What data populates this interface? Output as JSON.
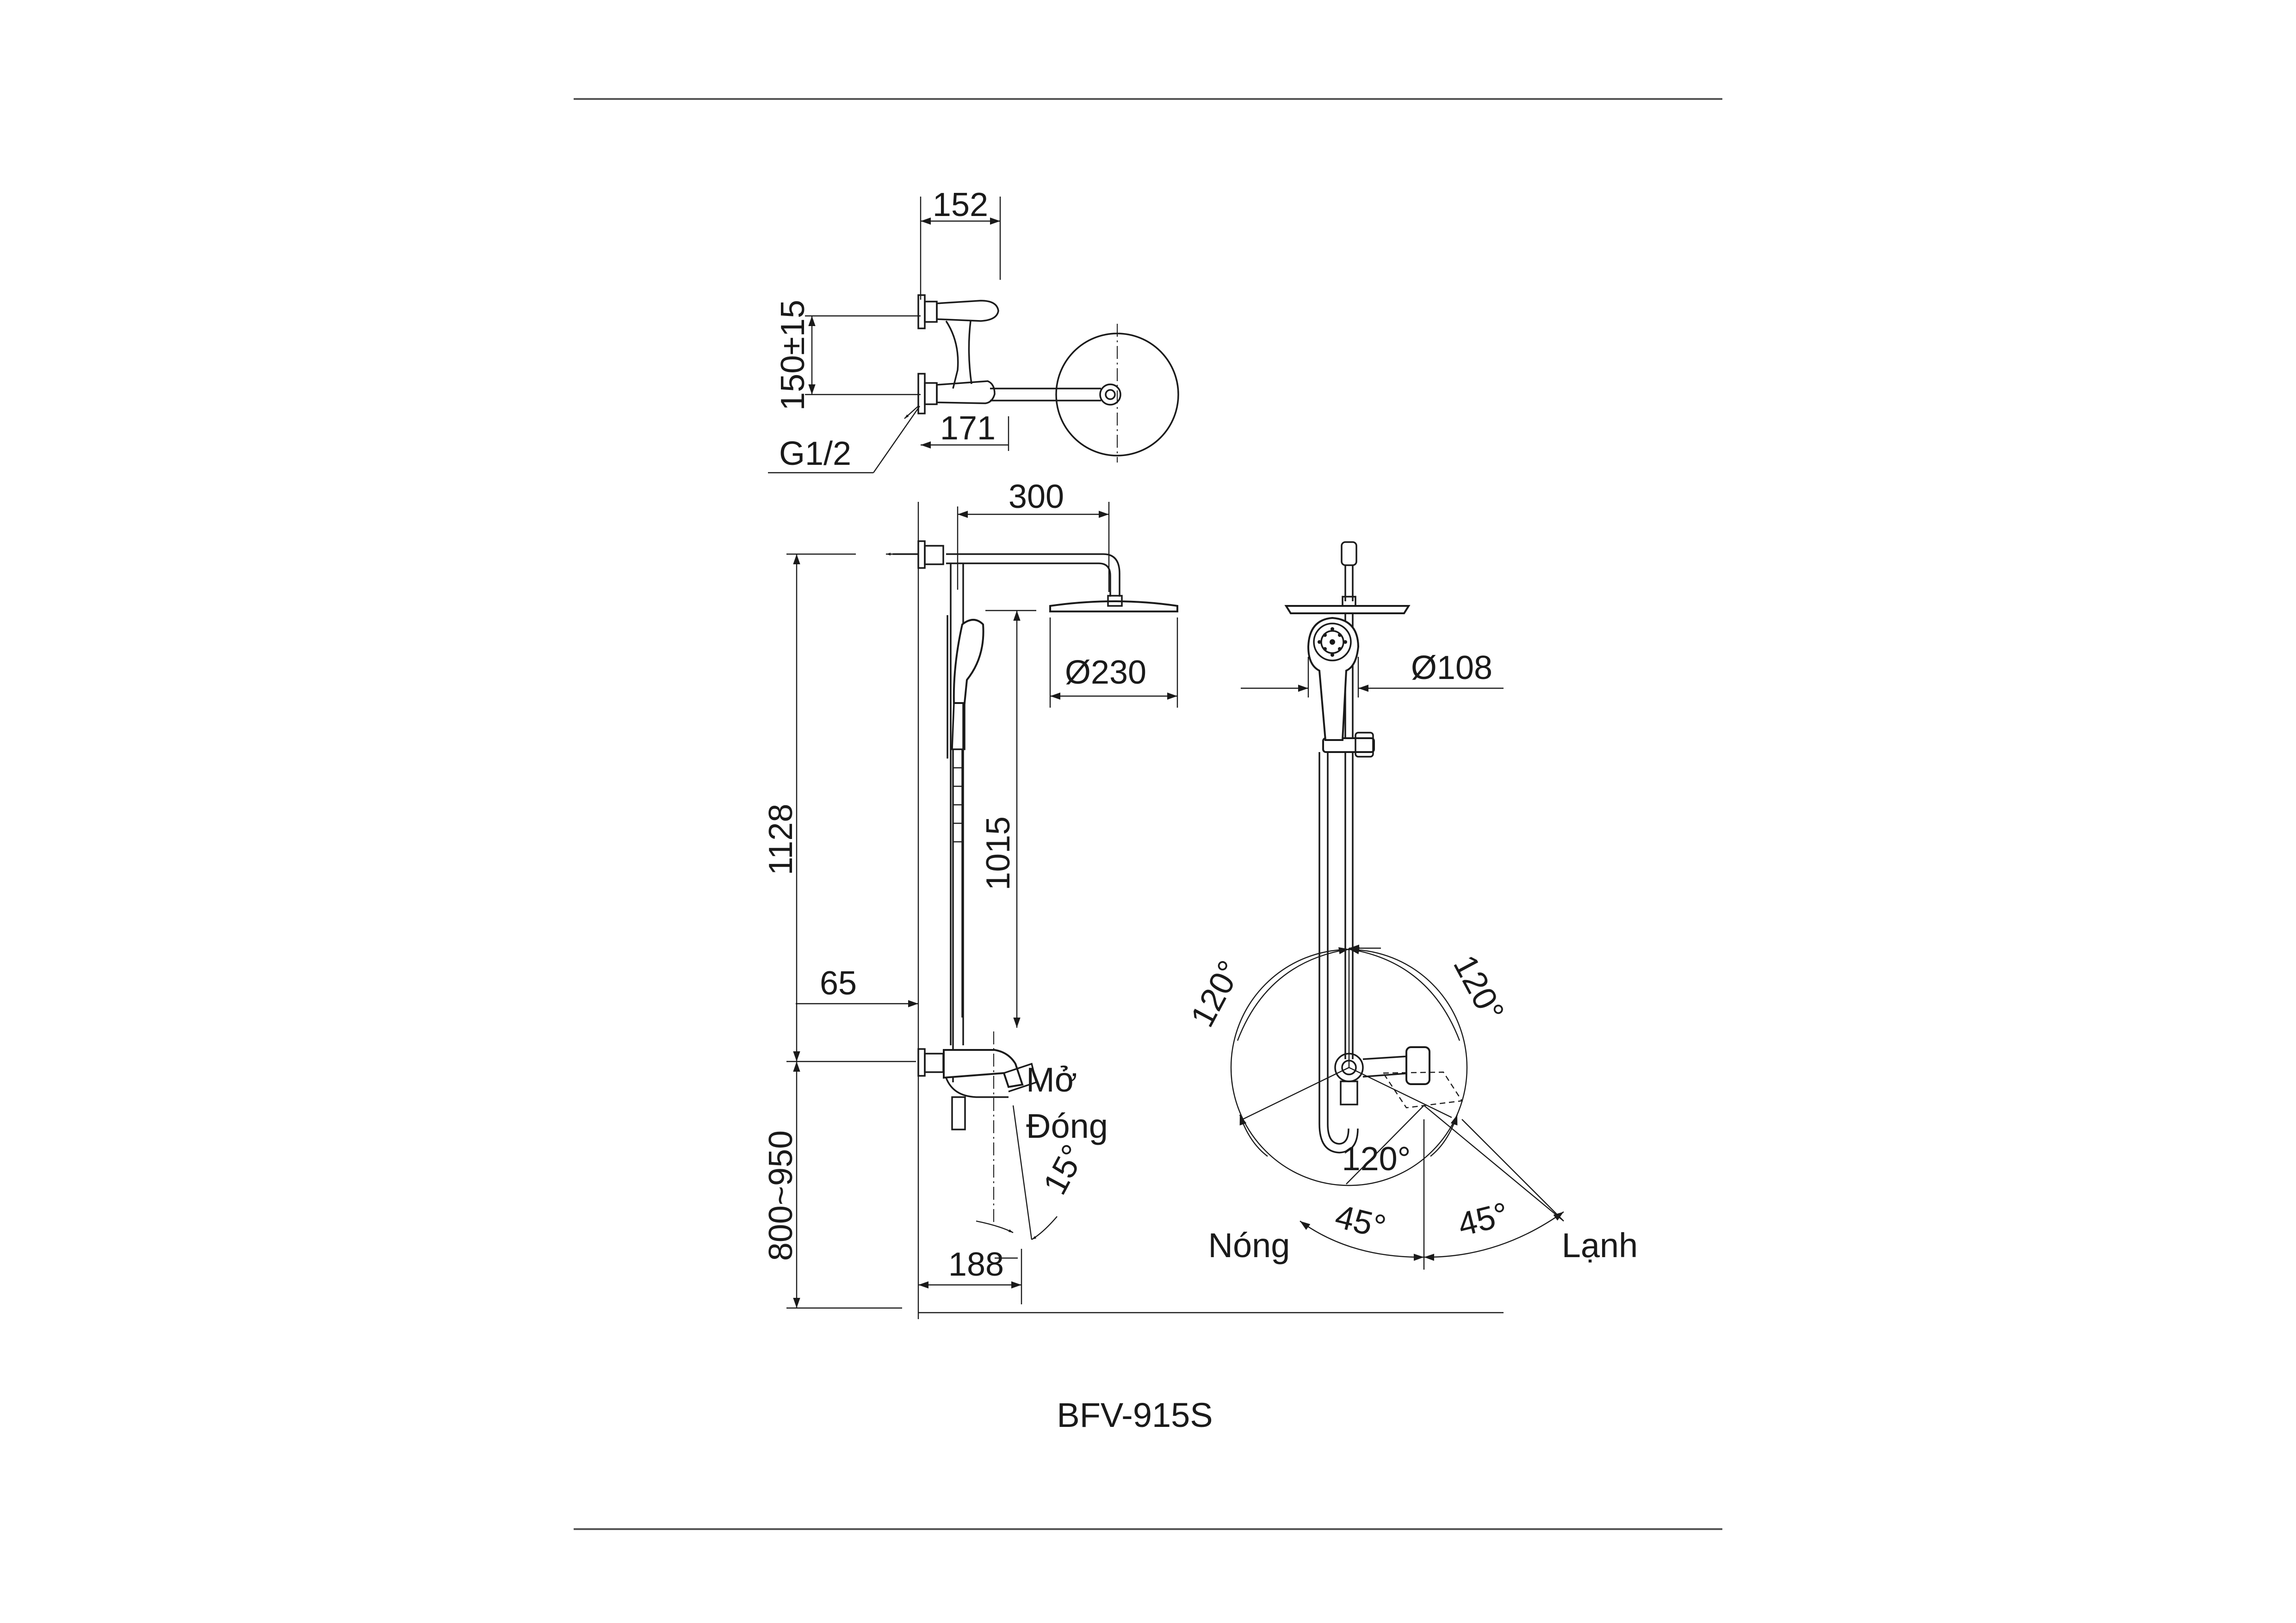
{
  "product": {
    "model": "BFV-915S"
  },
  "dimensions": {
    "top_width": "152",
    "inlet_spacing": "150±15",
    "inlet_depth": "171",
    "thread": "G1/2",
    "arm_length": "300",
    "head_diameter": "Ø230",
    "hand_shower_diameter": "Ø108",
    "total_height": "1128",
    "rail_height": "1015",
    "wall_offset": "65",
    "install_height": "800~950",
    "mixer_depth": "188"
  },
  "angles": {
    "lever_tilt": "15°",
    "rotation_left": "120°",
    "rotation_right": "120°",
    "rotation_bottom": "120°",
    "hot_turn": "45°",
    "cold_turn": "45°"
  },
  "labels": {
    "open": "Mở",
    "close": "Đóng",
    "hot": "Nóng",
    "cold": "Lạnh"
  }
}
